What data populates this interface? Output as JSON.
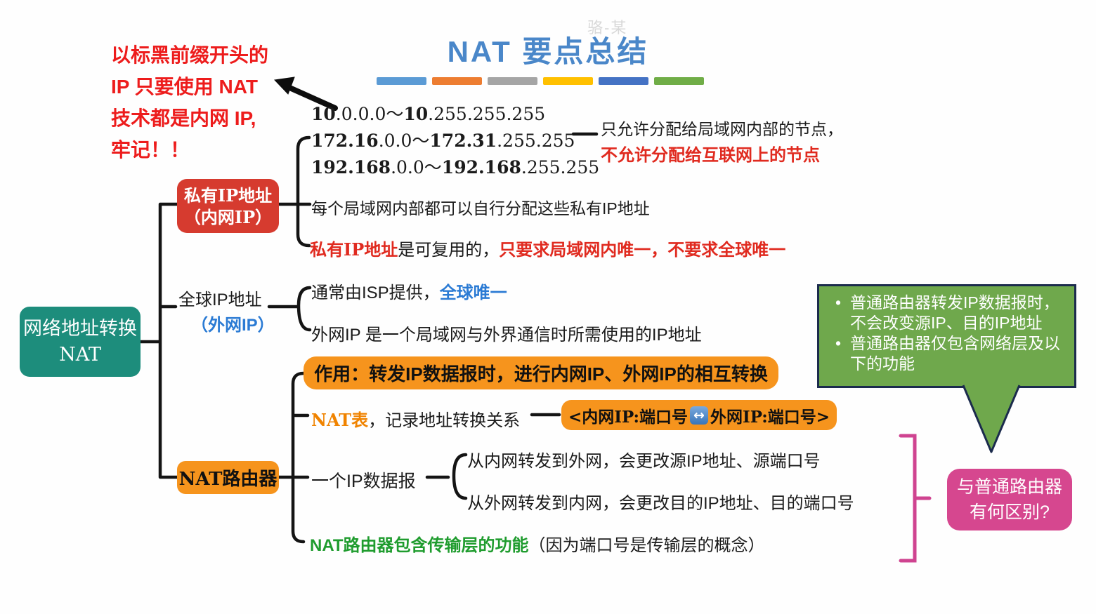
{
  "watermark": "骆-某",
  "title": "NAT 要点总结",
  "note": {
    "line1": "以标黑前缀开头的",
    "line2": "IP 只要使用 NAT",
    "line3": "技术都是内网 IP,",
    "line4": "牢记！！"
  },
  "root": {
    "line1": "网络地址转换",
    "line2": "NAT"
  },
  "private_ip": {
    "label_line1": "私有IP地址",
    "label_line2": "（内网IP）",
    "ranges": {
      "r1": {
        "b1": "10",
        "n1": ".0.0.0～",
        "b2": "10",
        "n2": ".255.255.255"
      },
      "r2": {
        "b1": "172.16",
        "n1": ".0.0～",
        "b2": "172.31",
        "n2": ".255.255"
      },
      "r3": {
        "b1": "192.168",
        "n1": ".0.0～",
        "b2": "192.168",
        "n2": ".255.255"
      }
    },
    "alloc_note_black": "只允许分配给局域网内部的节点，",
    "alloc_note_red": "不允许分配给互联网上的节点",
    "assign_note": "每个局域网内部都可以自行分配这些私有IP地址",
    "reuse_red1": "私有IP地址",
    "reuse_black": "是可复用的，",
    "reuse_red2": "只要求局域网内唯一，不要求全球唯一"
  },
  "global_ip": {
    "label_line1": "全球IP地址",
    "label_line2": "（外网IP）",
    "isp_black": "通常由ISP提供，",
    "isp_blue": "全球唯一",
    "desc": "外网IP 是一个局域网与外界通信时所需使用的IP地址"
  },
  "nat_router": {
    "label": "NAT路由器",
    "function_text": "作用：转发IP数据报时，进行内网IP、外网IP的相互转换",
    "table_orange": "NAT表",
    "table_black": "，记录地址转换关系",
    "mapping_left": "<内网IP:端口号",
    "mapping_arrow": "↔",
    "mapping_right": "外网IP:端口号>",
    "datagram": "一个IP数据报",
    "out_rule": "从内网转发到外网，会更改源IP地址、源端口号",
    "in_rule": "从外网转发到内网，会更改目的IP地址、目的端口号",
    "transport_green": "NAT路由器包含传输层的功能",
    "transport_black": "（因为端口号是传输层的概念）"
  },
  "callout": {
    "bullet_char": "•",
    "bullet1": "普通路由器转发IP数据报时，不会改变源IP、目的IP地址",
    "bullet2": "普通路由器仅包含网络层及以下的功能"
  },
  "question": {
    "line1": "与普通路由器",
    "line2": "有何区别?"
  },
  "colors": {
    "title_blue": "#4a87c9",
    "bars": [
      "#5b9bd5",
      "#ed7d31",
      "#a5a5a5",
      "#ffc000",
      "#4472c4",
      "#70ad47"
    ],
    "red_box": "#d63b2f",
    "teal_box": "#1d8d7c",
    "orange_box": "#f6941d",
    "green_callout": "#6fa84c",
    "callout_border": "#1b2b4d",
    "pink_box": "#d6478f",
    "red_text": "#e02a1f",
    "blue_text": "#2b7bd4",
    "green_text": "#1f9c2e",
    "orange_text": "#f08300"
  }
}
